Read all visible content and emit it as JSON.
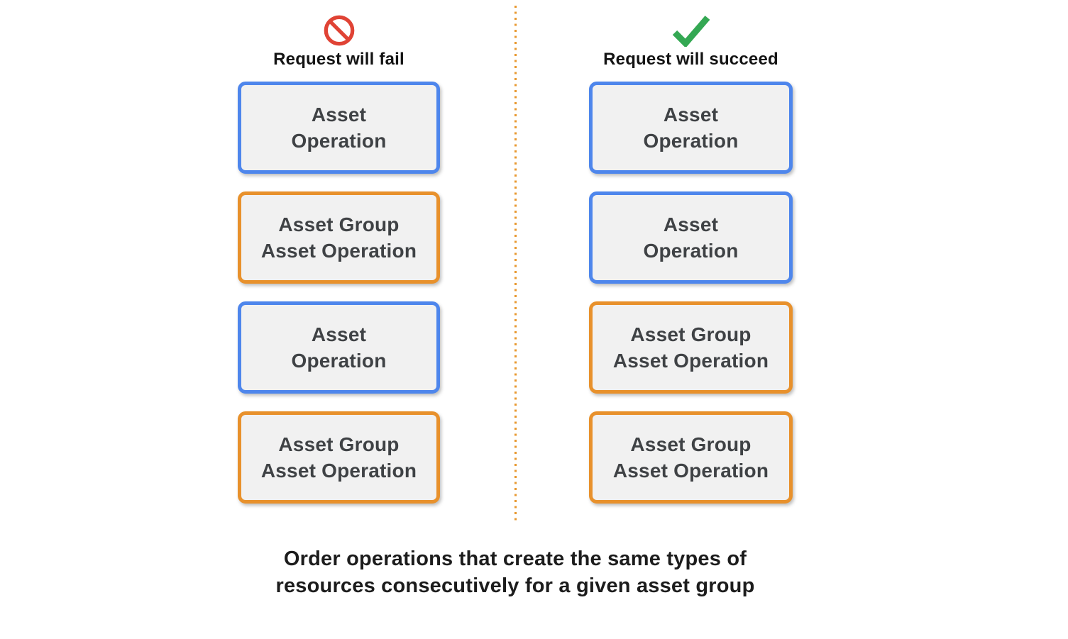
{
  "columns": [
    {
      "id": "fail",
      "icon": "prohibition-icon",
      "title": "Request will fail",
      "boxes": [
        {
          "color": "blue",
          "line1": "Asset",
          "line2": "Operation"
        },
        {
          "color": "orange",
          "line1": "Asset Group",
          "line2": "Asset Operation"
        },
        {
          "color": "blue",
          "line1": "Asset",
          "line2": "Operation"
        },
        {
          "color": "orange",
          "line1": "Asset Group",
          "line2": "Asset Operation"
        }
      ]
    },
    {
      "id": "success",
      "icon": "check-icon",
      "title": "Request will succeed",
      "boxes": [
        {
          "color": "blue",
          "line1": "Asset",
          "line2": "Operation"
        },
        {
          "color": "blue",
          "line1": "Asset",
          "line2": "Operation"
        },
        {
          "color": "orange",
          "line1": "Asset Group",
          "line2": "Asset Operation"
        },
        {
          "color": "orange",
          "line1": "Asset Group",
          "line2": "Asset Operation"
        }
      ]
    }
  ],
  "caption": {
    "line1": "Order operations that create the same types of",
    "line2": "resources consecutively for a given asset group"
  },
  "colors": {
    "blue_border": "#4e86ec",
    "orange_border": "#e8912c",
    "box_fill": "#f1f1f1",
    "box_text": "#3f4245",
    "fail_red": "#e04335",
    "success_green": "#34a853",
    "divider_orange": "#e8982f"
  }
}
